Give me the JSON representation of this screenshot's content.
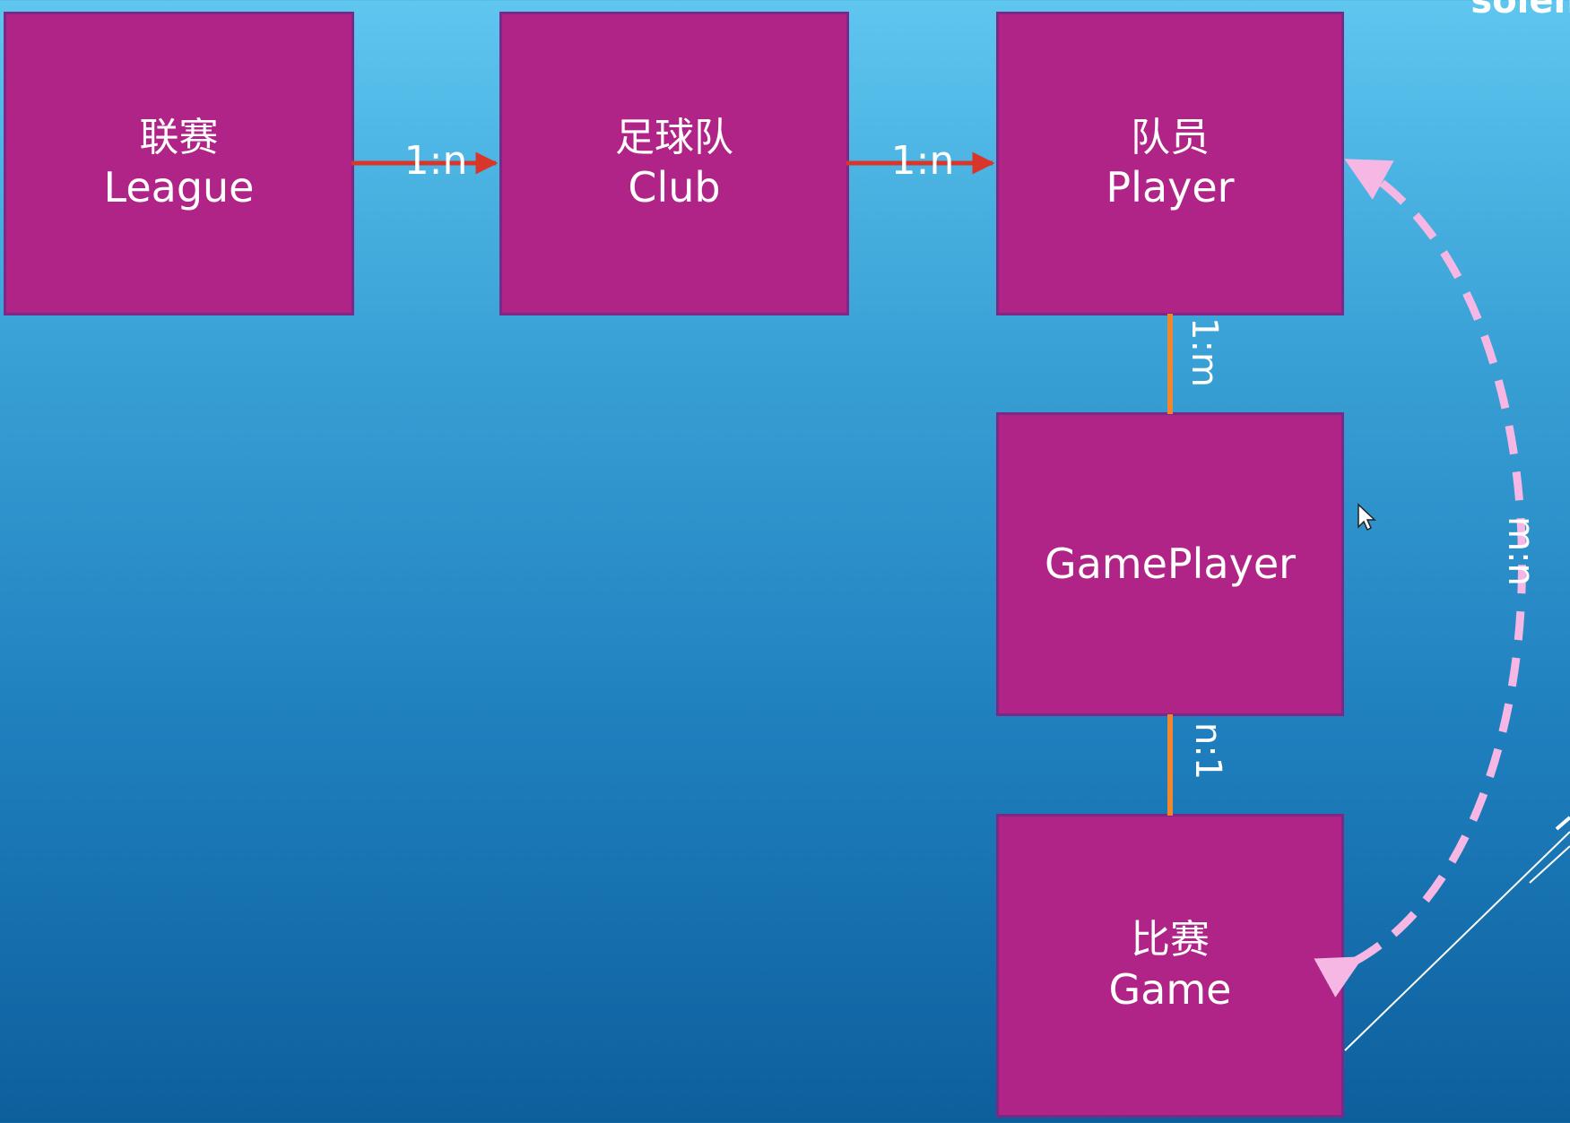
{
  "corner_text": "solen",
  "boxes": {
    "league": {
      "zh": "联赛",
      "en": "League"
    },
    "club": {
      "zh": "足球队",
      "en": "Club"
    },
    "player": {
      "zh": "队员",
      "en": "Player"
    },
    "gameplayer": {
      "en": "GamePlayer"
    },
    "game": {
      "zh": "比赛",
      "en": "Game"
    }
  },
  "relations": {
    "league_club": "1:n",
    "club_player": "1:n",
    "player_gameplayer": "1:m",
    "gameplayer_game": "n:1",
    "player_game": "m:n"
  },
  "colors": {
    "box_fill": "#b02487",
    "box_border": "#7a2a86",
    "arrow_red": "#d9362b",
    "connector_orange": "#f0872e",
    "dashed_pink": "#f6b7e4",
    "text": "#ffffff"
  },
  "icons": {
    "cursor": "mouse-pointer-icon"
  }
}
